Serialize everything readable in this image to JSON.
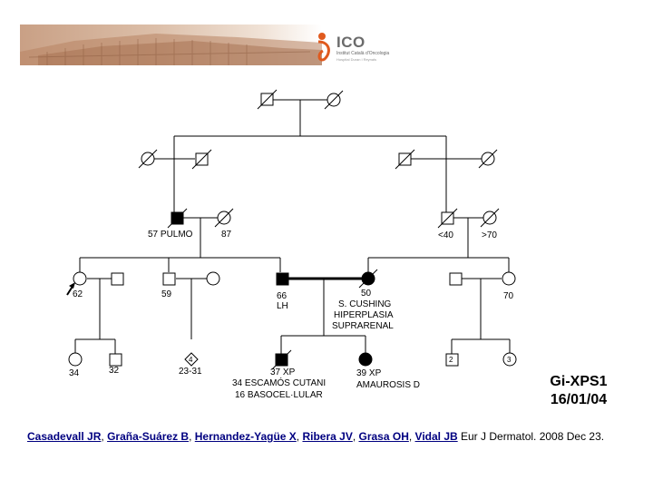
{
  "header": {
    "logo_name": "ICO",
    "logo_subtitle": "Institut Català d'Oncologia",
    "logo_tagline": "Hospital Duran i Reynals",
    "brand_color": "#e05a1e"
  },
  "pedigree": {
    "labels": {
      "ii_1": "57 PULMO",
      "ii_2": "87",
      "ii_3": "<40",
      "ii_4": ">70",
      "iii_1": "62",
      "iii_3": "59",
      "iii_5": "66",
      "iii_5b": "LH",
      "iii_6a": "50",
      "iii_6b": "S. CUSHING",
      "iii_6c": "HIPERPLASIA",
      "iii_6d": "SUPRARENAL",
      "iii_8": "70",
      "iv_1": "34",
      "iv_2": "32",
      "iv_3_count": "4",
      "iv_3": "23-31",
      "iv_4a": "37 XP",
      "iv_4b": "34 ESCAMÓS CUTANI",
      "iv_4c": "16 BASOCEL·LULAR",
      "iv_5a": "39 XP",
      "iv_5b": "AMAUROSIS D",
      "iv_6_count": "2",
      "iv_7_count": "3"
    }
  },
  "record": {
    "code_line1": "Gi-XPS1",
    "code_line2": "16/01/04"
  },
  "citation": {
    "authors": [
      "Casadevall JR",
      "Graña-Suárez B",
      "Hernandez-Yagüe X",
      "Ribera JV",
      "Grasa OH",
      "Vidal JB"
    ],
    "separator": ", ",
    "journal": " Eur J Dermatol. 2008 Dec 23."
  }
}
